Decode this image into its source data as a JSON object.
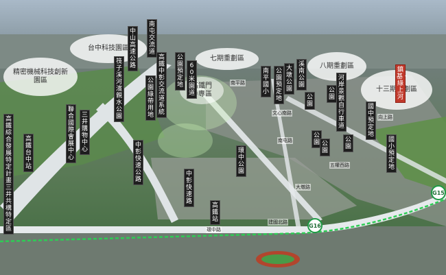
{
  "zones": {
    "science_park": "台中科技園區",
    "precision_park": "精密機械科技創新園區",
    "phase7": "七期重劃區",
    "hsr_zone": "高鐵門戶專區",
    "phase8": "八期重劃區",
    "phase13": "十三期重劃區"
  },
  "labels": {
    "zhongshan_hwy": "中山高速公路",
    "nantun_interchange": "南屯交流道",
    "creek_park": "筏子溪河濱親水公園",
    "zhongzhang_interchange": "高鐵中彰交流道系統",
    "park_reserve": "公園預定地",
    "road60": "60米園道",
    "park_green": "公園綠帶用地",
    "hsr_plan": "高鐵綜合發展特定計畫三井共構特定區",
    "taichung_station": "高鐵台中站",
    "exhibition": "聯合國際會展中心",
    "mall": "三井購物中心",
    "zhongzhang_exp": "中彰快速公路",
    "qianping_elem": "南平國小",
    "park_reserve2": "公園預定地",
    "dadun_park": "大墩公園",
    "qingxi_park": "溪南公園",
    "junior_high": "國中預定地",
    "elem_reserve": "國小預定地",
    "riverside_bike": "河岸景觀自行車道",
    "red_banner": "鎮基・綠上河",
    "huanzhong_park": "環中公園",
    "park_a": "公園",
    "park_b": "公園",
    "park_c": "公園",
    "park_d": "公園",
    "park_e": "公園",
    "nanping_road": "南平路",
    "wenxin_road": "文心南路",
    "zhongzhang_fast": "中彰快速路",
    "northern_road": "建國北路",
    "dadun_station": "高鐵站",
    "road_a": "大墩路",
    "road_b": "環中路",
    "road_c": "五權西路",
    "road_d": "向上路",
    "road_e": "南屯路"
  },
  "badges": {
    "g15": "G15",
    "g16": "G16"
  },
  "colors": {
    "sky": "#aab8c6",
    "city": "#6b7a72",
    "field": "#4f7a46",
    "road": "#e8ecef",
    "rail_green": "#2ecc55",
    "banner_red": "#c0392b"
  }
}
